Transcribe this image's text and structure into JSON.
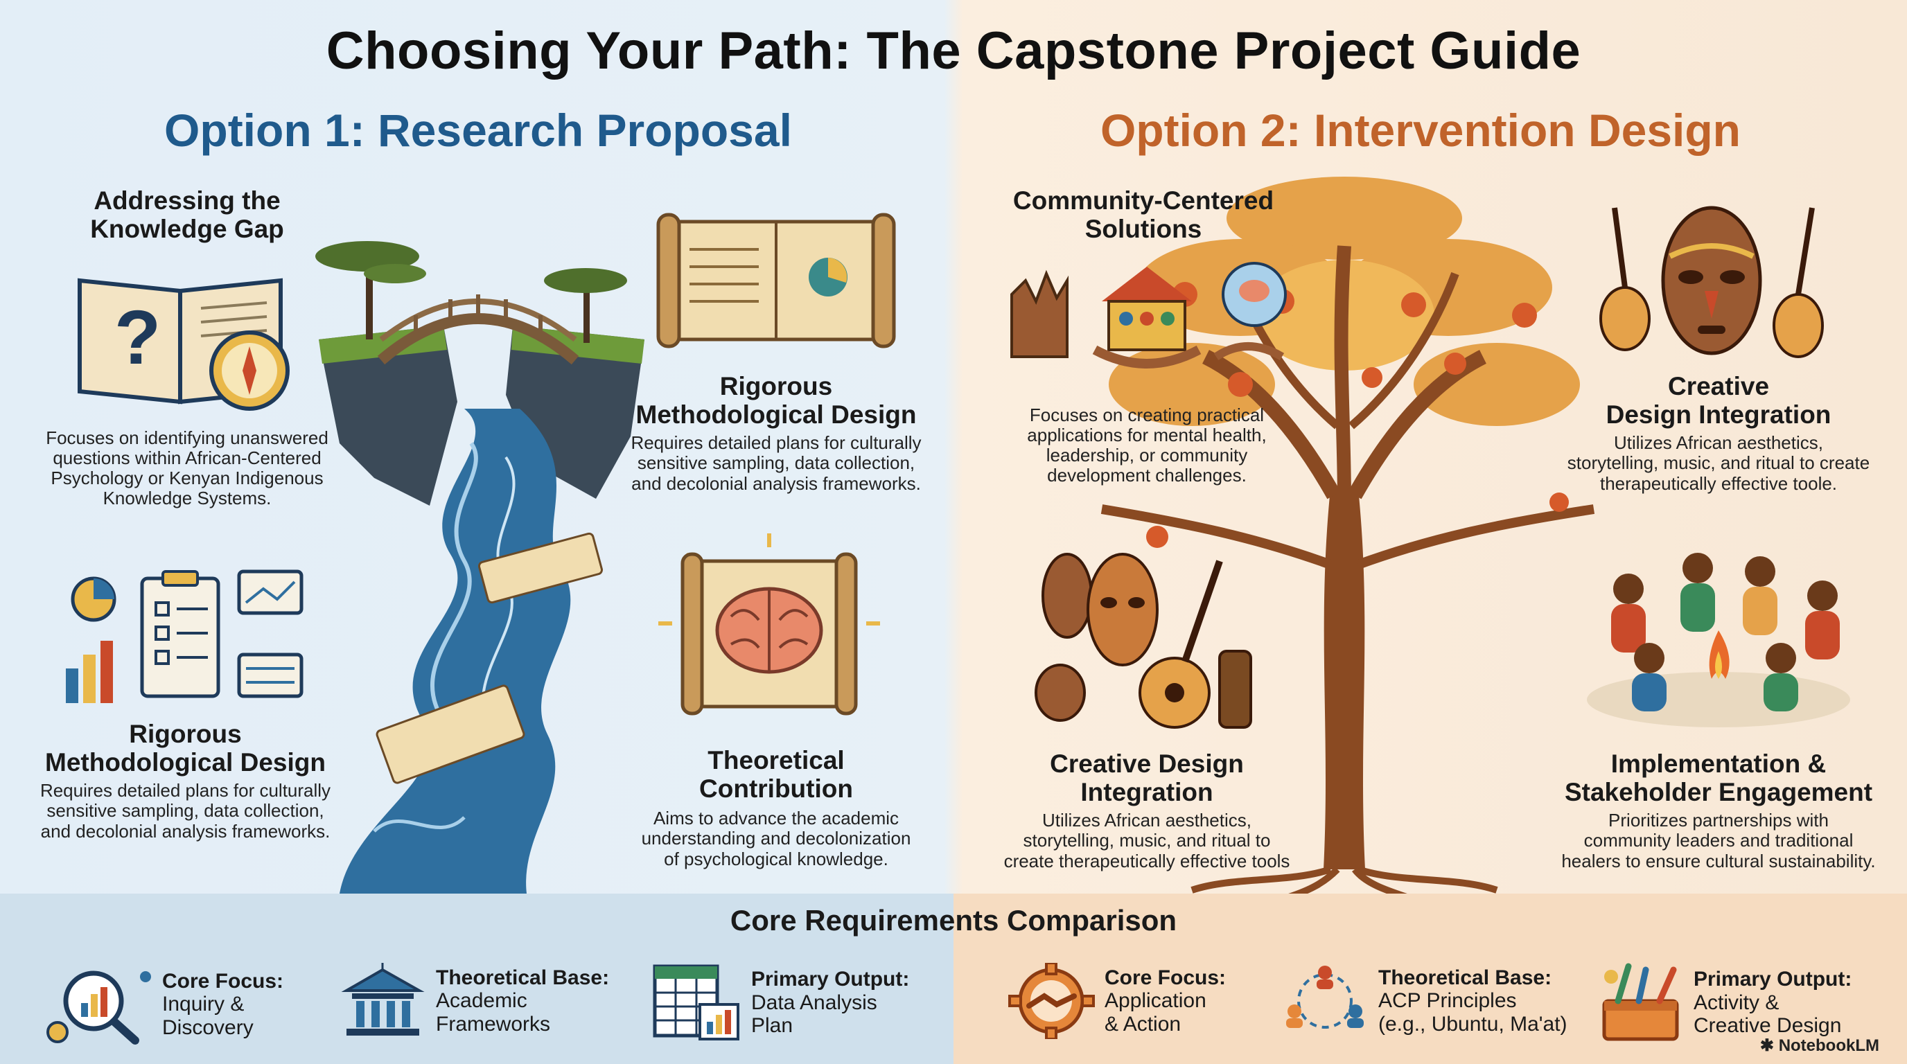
{
  "title": "Choosing Your Path: The Capstone Project Guide",
  "option1": {
    "heading": "Option 1: Research Proposal",
    "knowledge_gap": {
      "title": [
        "Addressing the",
        "Knowledge Gap"
      ],
      "text": [
        "Focuses on identifying unanswered",
        "questions within African-Centered",
        "Psychology or Kenyan Indigenous",
        "Knowledge Systems."
      ]
    },
    "methodology_top": {
      "title": [
        "Rigorous",
        "Methodological Design"
      ],
      "text": [
        "Requires detailed plans for culturally",
        "sensitive sampling, data collection,",
        "and decolonial analysis frameworks."
      ]
    },
    "methodology_bottom": {
      "title": [
        "Rigorous",
        "Methodological Design"
      ],
      "text": [
        "Requires detailed plans for culturally",
        "sensitive sampling, data collection,",
        "and decolonial analysis frameworks."
      ]
    },
    "theoretical": {
      "title": [
        "Theoretical",
        "Contribution"
      ],
      "text": [
        "Aims to advance the academic",
        "understanding and decolonization",
        "of psychological knowledge."
      ]
    }
  },
  "option2": {
    "heading": "Option 2: Intervention Design",
    "community": {
      "title": [
        "Community-Centered",
        "Solutions"
      ],
      "text": [
        "Focuses on creating practical",
        "applications for mental health,",
        "leadership, or community",
        "development challenges."
      ]
    },
    "creative_top": {
      "title": [
        "Creative",
        "Design Integration"
      ],
      "text": [
        "Utilizes African aesthetics,",
        "storytelling, music, and ritual to create",
        "therapeutically effective toole."
      ]
    },
    "creative_bottom": {
      "title": [
        "Creative Design Integration"
      ],
      "text": [
        "Utilizes African aesthetics,",
        "storytelling, music, and ritual to",
        "create therapeutically effective tools"
      ]
    },
    "implementation": {
      "title": [
        "Implementation &",
        "Stakeholder Engagement"
      ],
      "text": [
        "Prioritizes partnerships with",
        "community leaders and traditional",
        "healers to ensure cultural sustainability."
      ]
    }
  },
  "comparison": {
    "title": "Core Requirements Comparison",
    "items": [
      {
        "label": "Core Focus:",
        "value": [
          "Inquiry &",
          "Discovery"
        ],
        "icon": "magnifier-chart-icon"
      },
      {
        "label": "Theoretical Base:",
        "value": [
          "Academic",
          "Frameworks"
        ],
        "icon": "institution-icon"
      },
      {
        "label": "Primary Output:",
        "value": [
          "Data Analysis",
          "Plan"
        ],
        "icon": "spreadsheet-icon"
      },
      {
        "label": "Core Focus:",
        "value": [
          "Application",
          "& Action"
        ],
        "icon": "gear-handshake-icon"
      },
      {
        "label": "Theoretical Base:",
        "value": [
          "ACP Principles",
          "(e.g., Ubuntu, Ma'at)"
        ],
        "icon": "people-cycle-icon"
      },
      {
        "label": "Primary Output:",
        "value": [
          "Activity &",
          "Creative Design"
        ],
        "icon": "toolbox-icon"
      }
    ]
  },
  "brand": "NotebookLM",
  "colors": {
    "option1": "#1f5a8c",
    "option2": "#c0632a",
    "river": "#2f6f9f",
    "tree": "#8a4a22"
  }
}
